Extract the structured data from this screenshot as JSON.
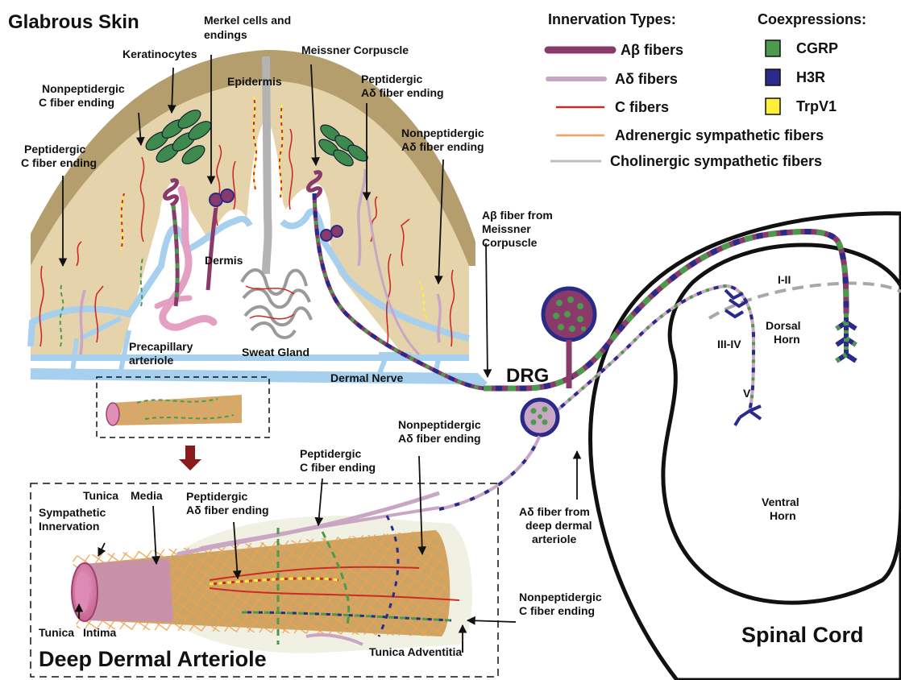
{
  "title": "Glabrous Skin",
  "legend": {
    "innervation_title": "Innervation Types:",
    "innervation": [
      {
        "label": "Aβ fibers",
        "color": "#8a3a6a"
      },
      {
        "label": "Aδ fibers",
        "color": "#c9a6c4"
      },
      {
        "label": "C fibers",
        "color": "#cc2b25"
      },
      {
        "label": "Adrenergic sympathetic fibers",
        "color": "#f2a060"
      },
      {
        "label": "Cholinergic sympathetic fibers",
        "color": "#bdbdbd"
      }
    ],
    "coexpression_title": "Coexpressions:",
    "coexpression": [
      {
        "label": "CGRP",
        "color": "#4c9a4c"
      },
      {
        "label": "H3R",
        "color": "#2a2a8a"
      },
      {
        "label": "TrpV1",
        "color": "#ffef3a"
      }
    ]
  },
  "skin_labels": {
    "merkel": [
      "Merkel cells and",
      "endings"
    ],
    "keratinocytes": "Keratinocytes",
    "meissner": "Meissner Corpuscle",
    "epidermis": "Epidermis",
    "nonpep_c": [
      "Nonpeptidergic",
      "C fiber ending"
    ],
    "pep_c": [
      "Peptidergic",
      "C fiber ending"
    ],
    "pep_ad": [
      "Peptidergic",
      "Aδ fiber ending"
    ],
    "nonpep_ad": [
      "Nonpeptidergic",
      "Aδ fiber ending"
    ],
    "dermis": "Dermis",
    "precapillary": [
      "Precapillary",
      "arteriole"
    ],
    "sweat": "Sweat Gland",
    "dermal_nerve": "Dermal Nerve",
    "ab_meissner": [
      "Aβ fiber from",
      "Meissner",
      "Corpuscle"
    ],
    "drg": "DRG"
  },
  "cord_labels": {
    "i_ii": "I-II",
    "dorsal": [
      "Dorsal",
      "Horn"
    ],
    "iii_iv": "III-IV",
    "v": "V",
    "ventral": [
      "Ventral",
      "Horn"
    ],
    "title": "Spinal Cord"
  },
  "arteriole_labels": {
    "title": "Deep Dermal Arteriole",
    "nonpep_ad": [
      "Nonpeptidergic",
      "Aδ fiber ending"
    ],
    "pep_c": [
      "Peptidergic",
      "C fiber ending"
    ],
    "tunica_media": [
      "Tunica",
      "Media"
    ],
    "sympathetic": [
      "Sympathetic",
      "Innervation"
    ],
    "pep_ad": [
      "Peptidergic",
      "Aδ fiber ending"
    ],
    "ad_deep": [
      "Aδ fiber from",
      "deep dermal",
      "arteriole"
    ],
    "nonpep_c": [
      "Nonpeptidergic",
      "C fiber ending"
    ],
    "tunica_intima": [
      "Tunica",
      "Intima"
    ],
    "adventitia": "Tunica Adventitia"
  }
}
